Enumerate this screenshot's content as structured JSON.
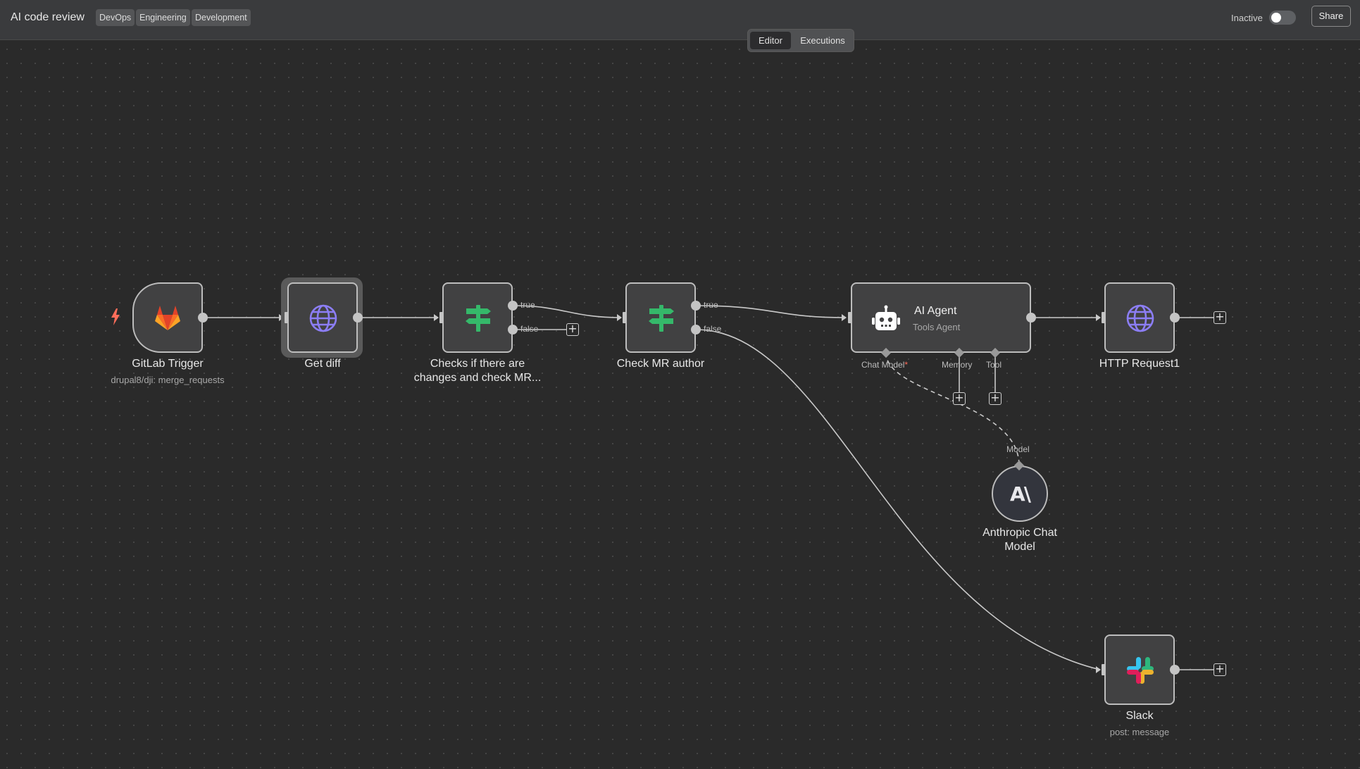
{
  "header": {
    "title": "AI code review",
    "tags": [
      "DevOps",
      "Engineering",
      "Development"
    ],
    "status_label": "Inactive",
    "share_label": "Share"
  },
  "view_tabs": {
    "editor": "Editor",
    "executions": "Executions"
  },
  "nodes": {
    "gitlab_trigger": {
      "label": "GitLab Trigger",
      "sublabel": "drupal8/dji: merge_requests",
      "icon": "gitlab-icon"
    },
    "get_diff": {
      "label": "Get diff",
      "icon": "globe-icon"
    },
    "checks_changes": {
      "label_line1": "Checks if there are",
      "label_line2": "changes and check MR...",
      "icon": "signpost-icon",
      "outputs": [
        "true",
        "false"
      ]
    },
    "check_mr_author": {
      "label": "Check MR author",
      "icon": "signpost-icon",
      "outputs": [
        "true",
        "false"
      ]
    },
    "ai_agent": {
      "title": "AI Agent",
      "subtitle": "Tools Agent",
      "icon": "robot-icon",
      "ports": {
        "chat_model": "Chat Model",
        "chat_model_required": "*",
        "memory": "Memory",
        "tool": "Tool"
      }
    },
    "http_request1": {
      "label": "HTTP Request1",
      "icon": "globe-icon"
    },
    "anthropic_chat_model": {
      "label_line1": "Anthropic Chat",
      "label_line2": "Model",
      "port": "Model",
      "icon": "anthropic-icon",
      "icon_text": "A\\"
    },
    "slack": {
      "label": "Slack",
      "sublabel": "post: message",
      "icon": "slack-icon"
    }
  },
  "colors": {
    "canvas": "#2a2a2a",
    "node_border": "#bdbdbd",
    "node_fill": "#414142",
    "selected_outline": "#6a6a6a",
    "trigger_bolt": "#ff6d5a",
    "if_icon": "#35b86a",
    "globe_icon": "#8c7ef5",
    "gitlab_orange": "#fc6d26",
    "gitlab_red": "#e24329",
    "gitlab_yellow": "#fca326",
    "required_star": "#ff6d5a"
  }
}
